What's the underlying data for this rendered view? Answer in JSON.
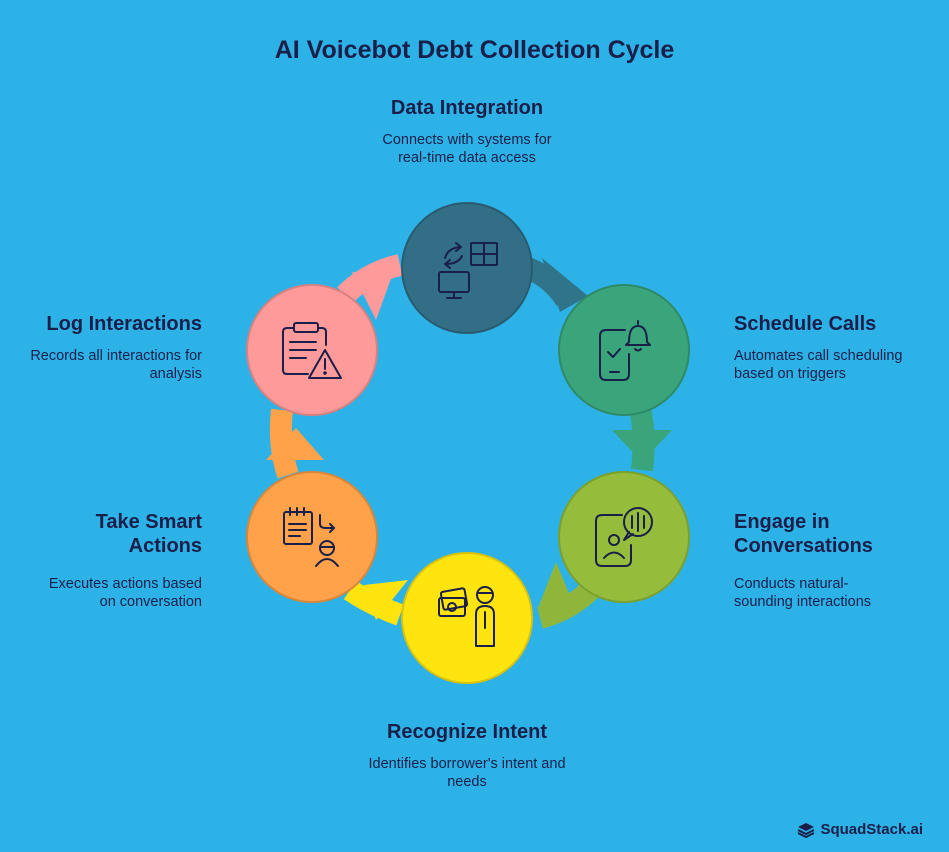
{
  "title": "AI Voicebot Debt Collection Cycle",
  "steps": [
    {
      "label": "Data Integration",
      "desc": "Connects with systems for real-time data access",
      "icon": "data-integration-icon",
      "color": "#336e87"
    },
    {
      "label": "Schedule Calls",
      "desc": "Automates call scheduling based on triggers",
      "icon": "schedule-calls-icon",
      "color": "#3aa57b"
    },
    {
      "label": "Engage in Conversations",
      "desc": "Conducts natural-sounding interactions",
      "icon": "engage-conversation-icon",
      "color": "#95bd3b"
    },
    {
      "label": "Recognize Intent",
      "desc": "Identifies borrower's intent and needs",
      "icon": "recognize-intent-icon",
      "color": "#ffe40f"
    },
    {
      "label": "Take Smart Actions",
      "desc": "Executes actions based on conversation",
      "icon": "smart-actions-icon",
      "color": "#ffa24a"
    },
    {
      "label": "Log Interactions",
      "desc": "Records all interactions for analysis",
      "icon": "log-interactions-icon",
      "color": "#fe9a9a"
    }
  ],
  "brand": "SquadStack.ai"
}
